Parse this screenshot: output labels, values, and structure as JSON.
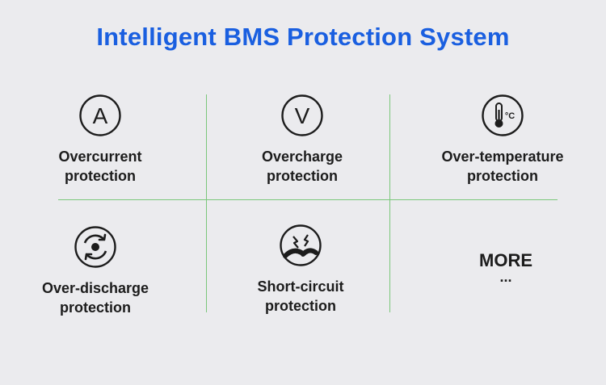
{
  "title": "Intelligent BMS Protection System",
  "features": [
    {
      "icon": "ammeter-icon",
      "line1": "Overcurrent",
      "line2": "protection",
      "glyph": "A"
    },
    {
      "icon": "voltmeter-icon",
      "line1": "Overcharge",
      "line2": "protection",
      "glyph": "V"
    },
    {
      "icon": "thermometer-icon",
      "line1": "Over-temperature",
      "line2": "protection",
      "glyph": "°C"
    },
    {
      "icon": "discharge-cycle-icon",
      "line1": "Over-discharge",
      "line2": "protection"
    },
    {
      "icon": "short-circuit-icon",
      "line1": "Short-circuit",
      "line2": "protection"
    }
  ],
  "more": {
    "label": "MORE",
    "dots": "..."
  },
  "colors": {
    "title": "#1a5fe0",
    "divider": "#7bc77b",
    "background": "#ebebee",
    "text": "#1c1c1c"
  }
}
